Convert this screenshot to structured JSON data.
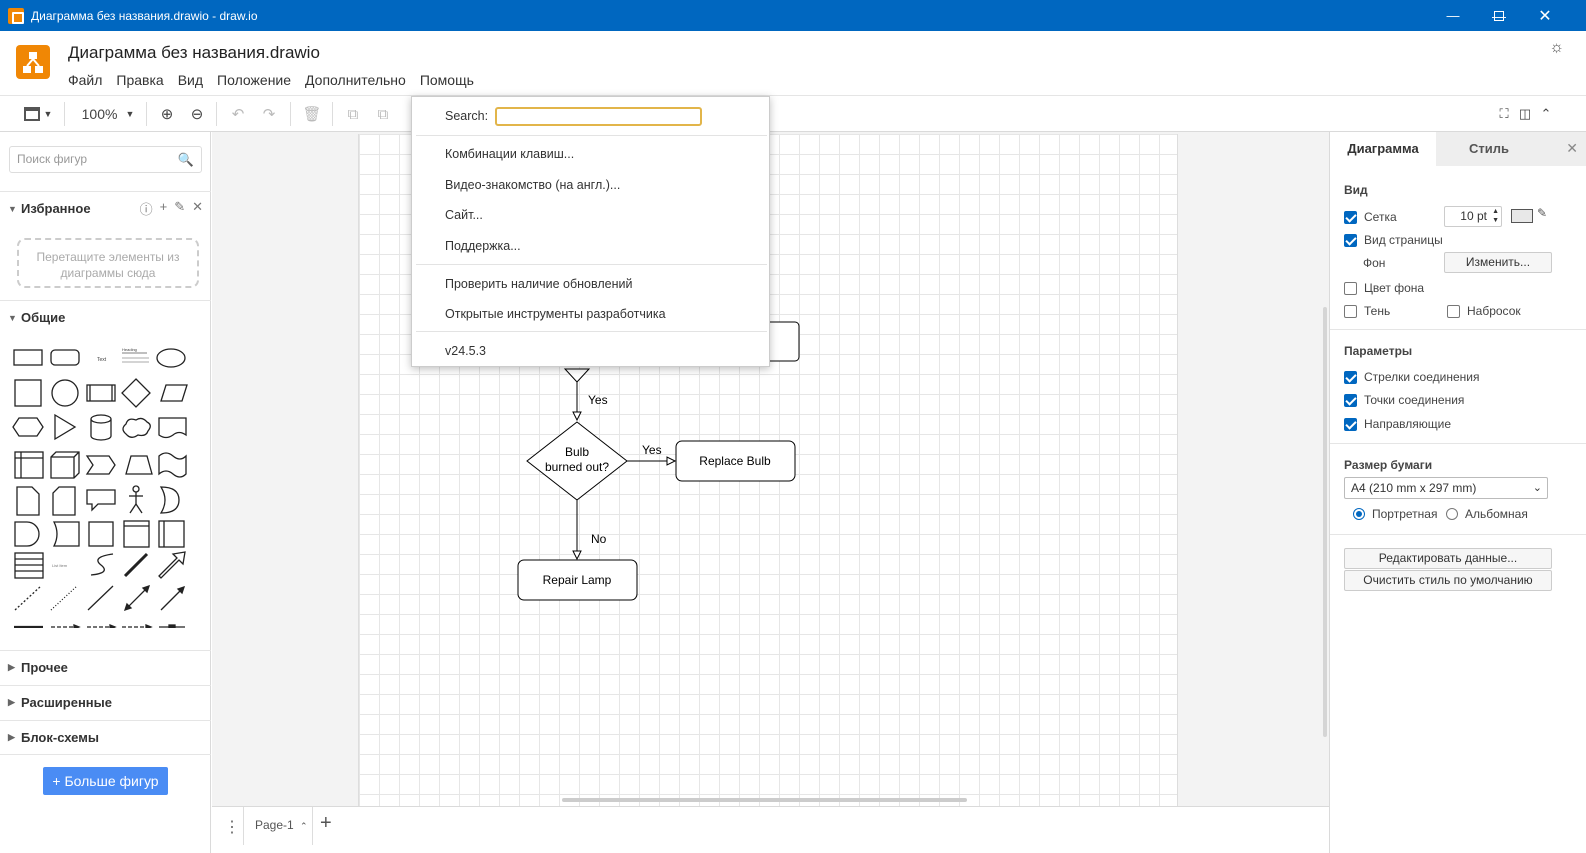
{
  "window": {
    "title": "Диаграмма без названия.drawio - draw.io",
    "min_icon": "minimize-icon",
    "max_icon": "maximize-icon",
    "close_icon": "close-icon"
  },
  "header": {
    "doc_title": "Диаграмма без названия.drawio",
    "menu": [
      "Файл",
      "Правка",
      "Вид",
      "Положение",
      "Дополнительно",
      "Помощь"
    ]
  },
  "toolbar": {
    "zoom": "100%"
  },
  "sidebar": {
    "search_placeholder": "Поиск фигур",
    "favorites_label": "Избранное",
    "dropzone_text": "Перетащите элементы из диаграммы сюда",
    "general_label": "Общие",
    "sections": [
      "Прочее",
      "Расширенные",
      "Блок-схемы"
    ],
    "more_shapes": "Больше фигур",
    "shape_text_label": "Text",
    "shape_heading_label": "Heading",
    "shape_list_label": "List Item"
  },
  "diagram": {
    "nodes": {
      "decision": "Bulb burned out?",
      "decision_line1": "Bulb",
      "decision_line2": "burned out?",
      "replace": "Replace Bulb",
      "repair": "Repair Lamp"
    },
    "edges": {
      "yes1": "Yes",
      "yes2": "Yes",
      "no": "No"
    }
  },
  "help_menu": {
    "search_label": "Search:",
    "items": [
      "Комбинации клавиш...",
      "Видео-знакомство (на англ.)...",
      "Сайт...",
      "Поддержка..."
    ],
    "items2": [
      "Проверить наличие обновлений",
      "Открытые инструменты разработчика"
    ],
    "version": "v24.5.3"
  },
  "page_tabs": {
    "current": "Page-1"
  },
  "format_panel": {
    "tab_diagram": "Диаграмма",
    "tab_style": "Стиль",
    "view_heading": "Вид",
    "grid_label": "Сетка",
    "grid_size": "10 pt",
    "page_view_label": "Вид страницы",
    "background_label": "Фон",
    "change_button": "Изменить...",
    "bg_color_label": "Цвет фона",
    "shadow_label": "Тень",
    "sketch_label": "Набросок",
    "options_heading": "Параметры",
    "connection_arrows": "Стрелки соединения",
    "connection_points": "Точки соединения",
    "guides": "Направляющие",
    "paper_heading": "Размер бумаги",
    "paper_size": "A4 (210 mm x 297 mm)",
    "portrait": "Портретная",
    "landscape": "Альбомная",
    "edit_data_button": "Редактировать данные...",
    "clear_style_button": "Очистить стиль по умолчанию",
    "checked": {
      "grid": true,
      "page_view": true,
      "bg_color": false,
      "shadow": false,
      "sketch": false,
      "connection_arrows": true,
      "connection_points": true,
      "guides": true
    },
    "orientation": "portrait"
  },
  "colors": {
    "titlebar": "#0067c0",
    "accent": "#4a8cf4",
    "logo": "#f08705"
  }
}
